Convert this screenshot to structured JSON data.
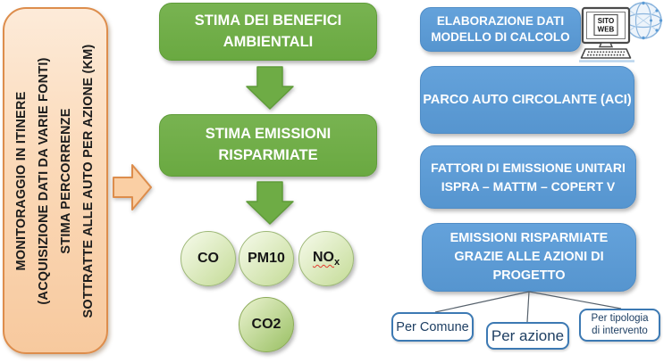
{
  "left_panel": {
    "line1": "MONITORAGGIO IN ITINERE",
    "line2": "(ACQUISIZIONE DATI DA VARIE FONTI)",
    "line3": "STIMA PERCORRENZE",
    "line4_prefix": "SOTTRATTE ALLE AUTO PER AZIONE (",
    "line4_km": "KM",
    "line4_suffix": ")"
  },
  "flow": {
    "step1": "STIMA DEI BENEFICI AMBIENTALI",
    "step2": "STIMA EMISSIONI RISPARMIATE",
    "pollutants": {
      "co": "CO",
      "pm10": "PM10",
      "nox_base": "NO",
      "nox_sub": "x",
      "co2": "CO2"
    }
  },
  "right_column": {
    "elaborazione": {
      "line1": "ELABORAZIONE DATI",
      "line2": "MODELLO DI CALCOLO"
    },
    "web_icon": {
      "line1": "SITO",
      "line2": "WEB"
    },
    "parco": "PARCO AUTO CIRCOLANTE (ACI)",
    "fattori": {
      "line1": "FATTORI DI EMISSIONE UNITARI",
      "line2": "ISPRA – MATTM – COPERT V"
    },
    "emissioni": {
      "line1": "EMISSIONI RISPARMIATE",
      "line2": "GRAZIE ALLE AZIONI DI",
      "line3": "PROGETTO"
    },
    "breakdown": {
      "comune": "Per Comune",
      "azione": "Per azione",
      "tipologia_line1": "Per tipologia",
      "tipologia_line2": "di intervento"
    }
  },
  "colors": {
    "green": "#6EAC45",
    "green_border": "#5F9C39",
    "blue": "#5B9BD5",
    "blue_border": "#4E8CC6",
    "orange_fill": "#FACFA4",
    "orange_border": "#DD8D4C",
    "circle_fill_light": "#E9F3D3",
    "circle_fill_dark": "#C7DD9B",
    "co2_fill_dark": "#9DC268",
    "subbox_border": "#3C79B3",
    "subbox_text": "#1E3F63",
    "squiggle_red": "#E23B2E"
  }
}
